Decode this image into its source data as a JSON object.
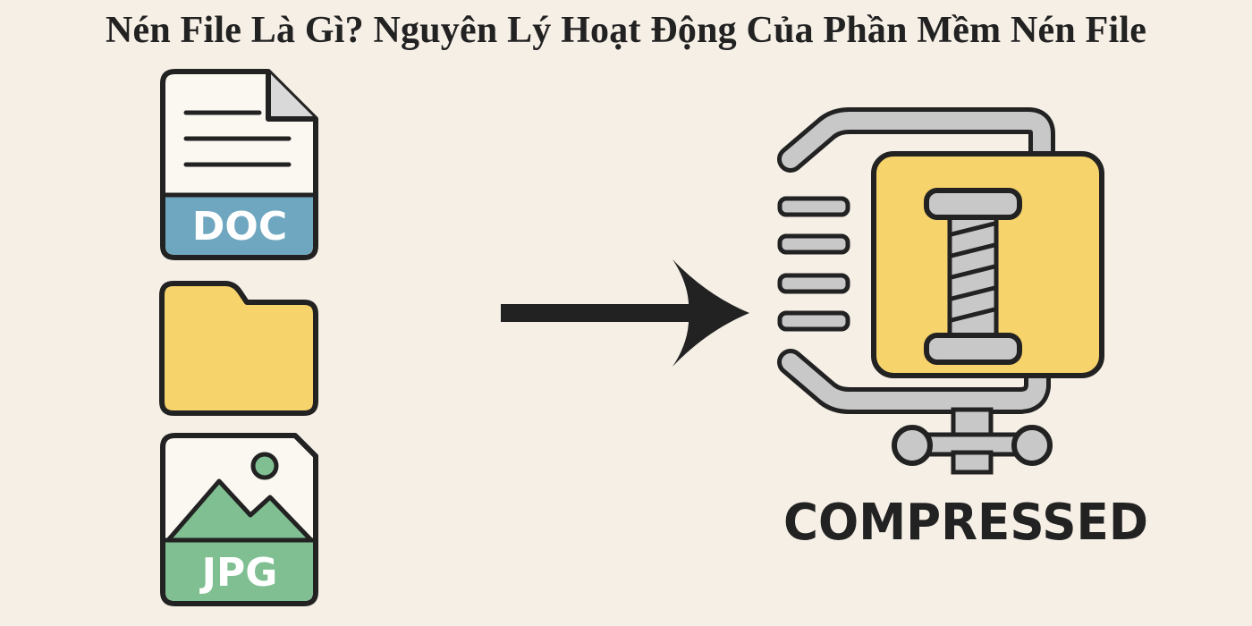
{
  "title": "Nén File Là Gì? Nguyên Lý Hoạt Động Của Phần Mềm Nén File",
  "files": {
    "doc_label": "DOC",
    "jpg_label": "JPG"
  },
  "result": {
    "label": "COMPRESSED"
  },
  "colors": {
    "background": "#f5efe6",
    "outline": "#222222",
    "doc_band": "#6fa7c0",
    "folder": "#f7d36c",
    "jpg_band": "#7fbf92",
    "clamp_metal": "#c8c8c8",
    "clamp_block": "#f7d36c"
  }
}
